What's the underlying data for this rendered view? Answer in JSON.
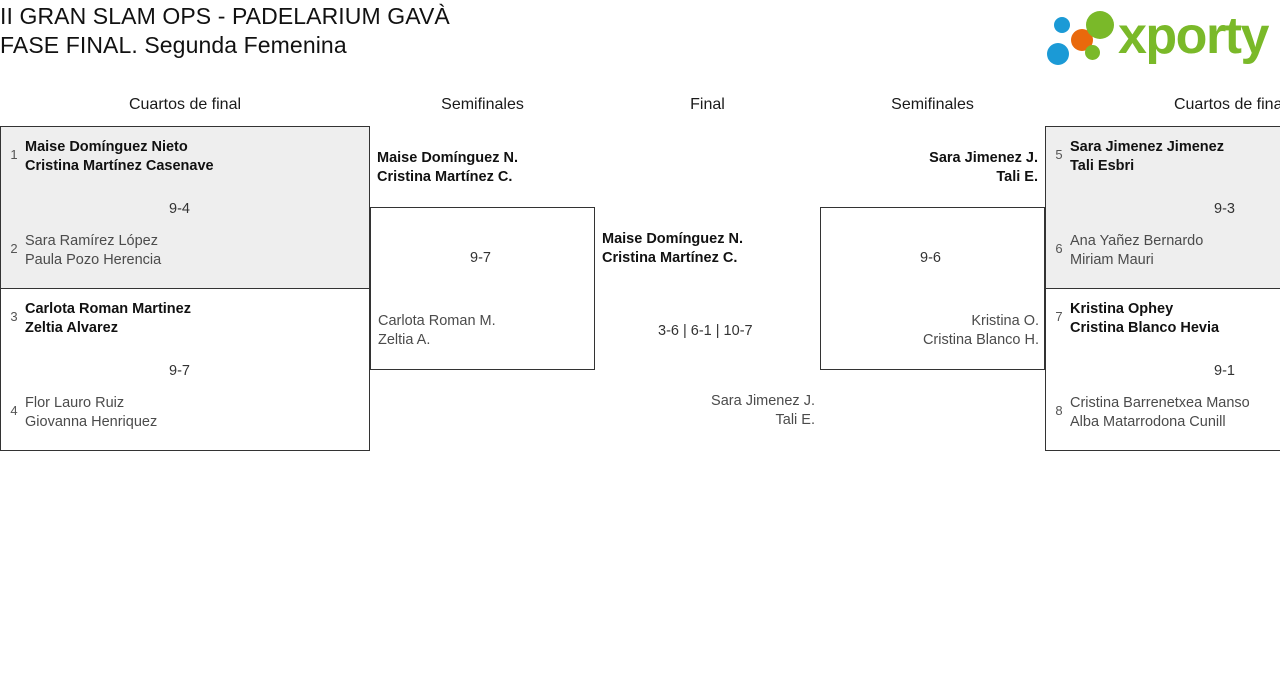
{
  "header": {
    "title_line1": "II GRAN SLAM OPS - PADELARIUM GAVÀ",
    "title_line2": "FASE FINAL. Segunda Femenina",
    "logo_text": "xporty",
    "logo_colors": {
      "green": "#7ab929",
      "blue": "#1b9ad6",
      "orange": "#e9690c"
    }
  },
  "columns": {
    "qf_left": "Cuartos de final",
    "sf_left": "Semifinales",
    "final": "Final",
    "sf_right": "Semifinales",
    "qf_right": "Cuartos de final"
  },
  "bracket": {
    "qf_left": [
      {
        "shaded": true,
        "score": "9-4",
        "top": {
          "seed": "1",
          "result": "winner",
          "line1": "Maise Domínguez Nieto",
          "line2": "Cristina Martínez Casenave"
        },
        "bottom": {
          "seed": "2",
          "result": "loser",
          "line1": "Sara Ramírez López",
          "line2": "Paula Pozo Herencia"
        }
      },
      {
        "shaded": false,
        "score": "9-7",
        "top": {
          "seed": "3",
          "result": "winner",
          "line1": "Carlota Roman Martinez",
          "line2": "Zeltia Alvarez"
        },
        "bottom": {
          "seed": "4",
          "result": "loser",
          "line1": "Flor Lauro Ruiz",
          "line2": "Giovanna Henriquez"
        }
      }
    ],
    "sf_left": {
      "score": "9-7",
      "top": {
        "result": "winner",
        "line1": "Maise Domínguez N.",
        "line2": "Cristina Martínez C."
      },
      "bottom": {
        "result": "loser",
        "line1": "Carlota Roman M.",
        "line2": "Zeltia A."
      }
    },
    "final": {
      "score": "3-6 | 6-1 | 10-7",
      "top": {
        "result": "winner",
        "line1": "Maise Domínguez N.",
        "line2": "Cristina Martínez C."
      },
      "bottom": {
        "result": "loser",
        "line1": "Sara Jimenez J.",
        "line2": "Tali E."
      }
    },
    "sf_right": {
      "score": "9-6",
      "top": {
        "result": "winner",
        "line1": "Sara Jimenez J.",
        "line2": "Tali E."
      },
      "bottom": {
        "result": "loser",
        "line1": "Kristina O.",
        "line2": "Cristina Blanco H."
      }
    },
    "qf_right": [
      {
        "shaded": true,
        "score": "9-3",
        "top": {
          "seed": "5",
          "result": "winner",
          "line1": "Sara Jimenez Jimenez",
          "line2": "Tali Esbri"
        },
        "bottom": {
          "seed": "6",
          "result": "loser",
          "line1": "Ana Yañez Bernardo",
          "line2": "Miriam Mauri"
        }
      },
      {
        "shaded": false,
        "score": "9-1",
        "top": {
          "seed": "7",
          "result": "winner",
          "line1": "Kristina Ophey",
          "line2": "Cristina Blanco Hevia"
        },
        "bottom": {
          "seed": "8",
          "result": "loser",
          "line1": "Cristina Barrenetxea Manso",
          "line2": "Alba Matarrodona Cunill"
        }
      }
    ]
  }
}
